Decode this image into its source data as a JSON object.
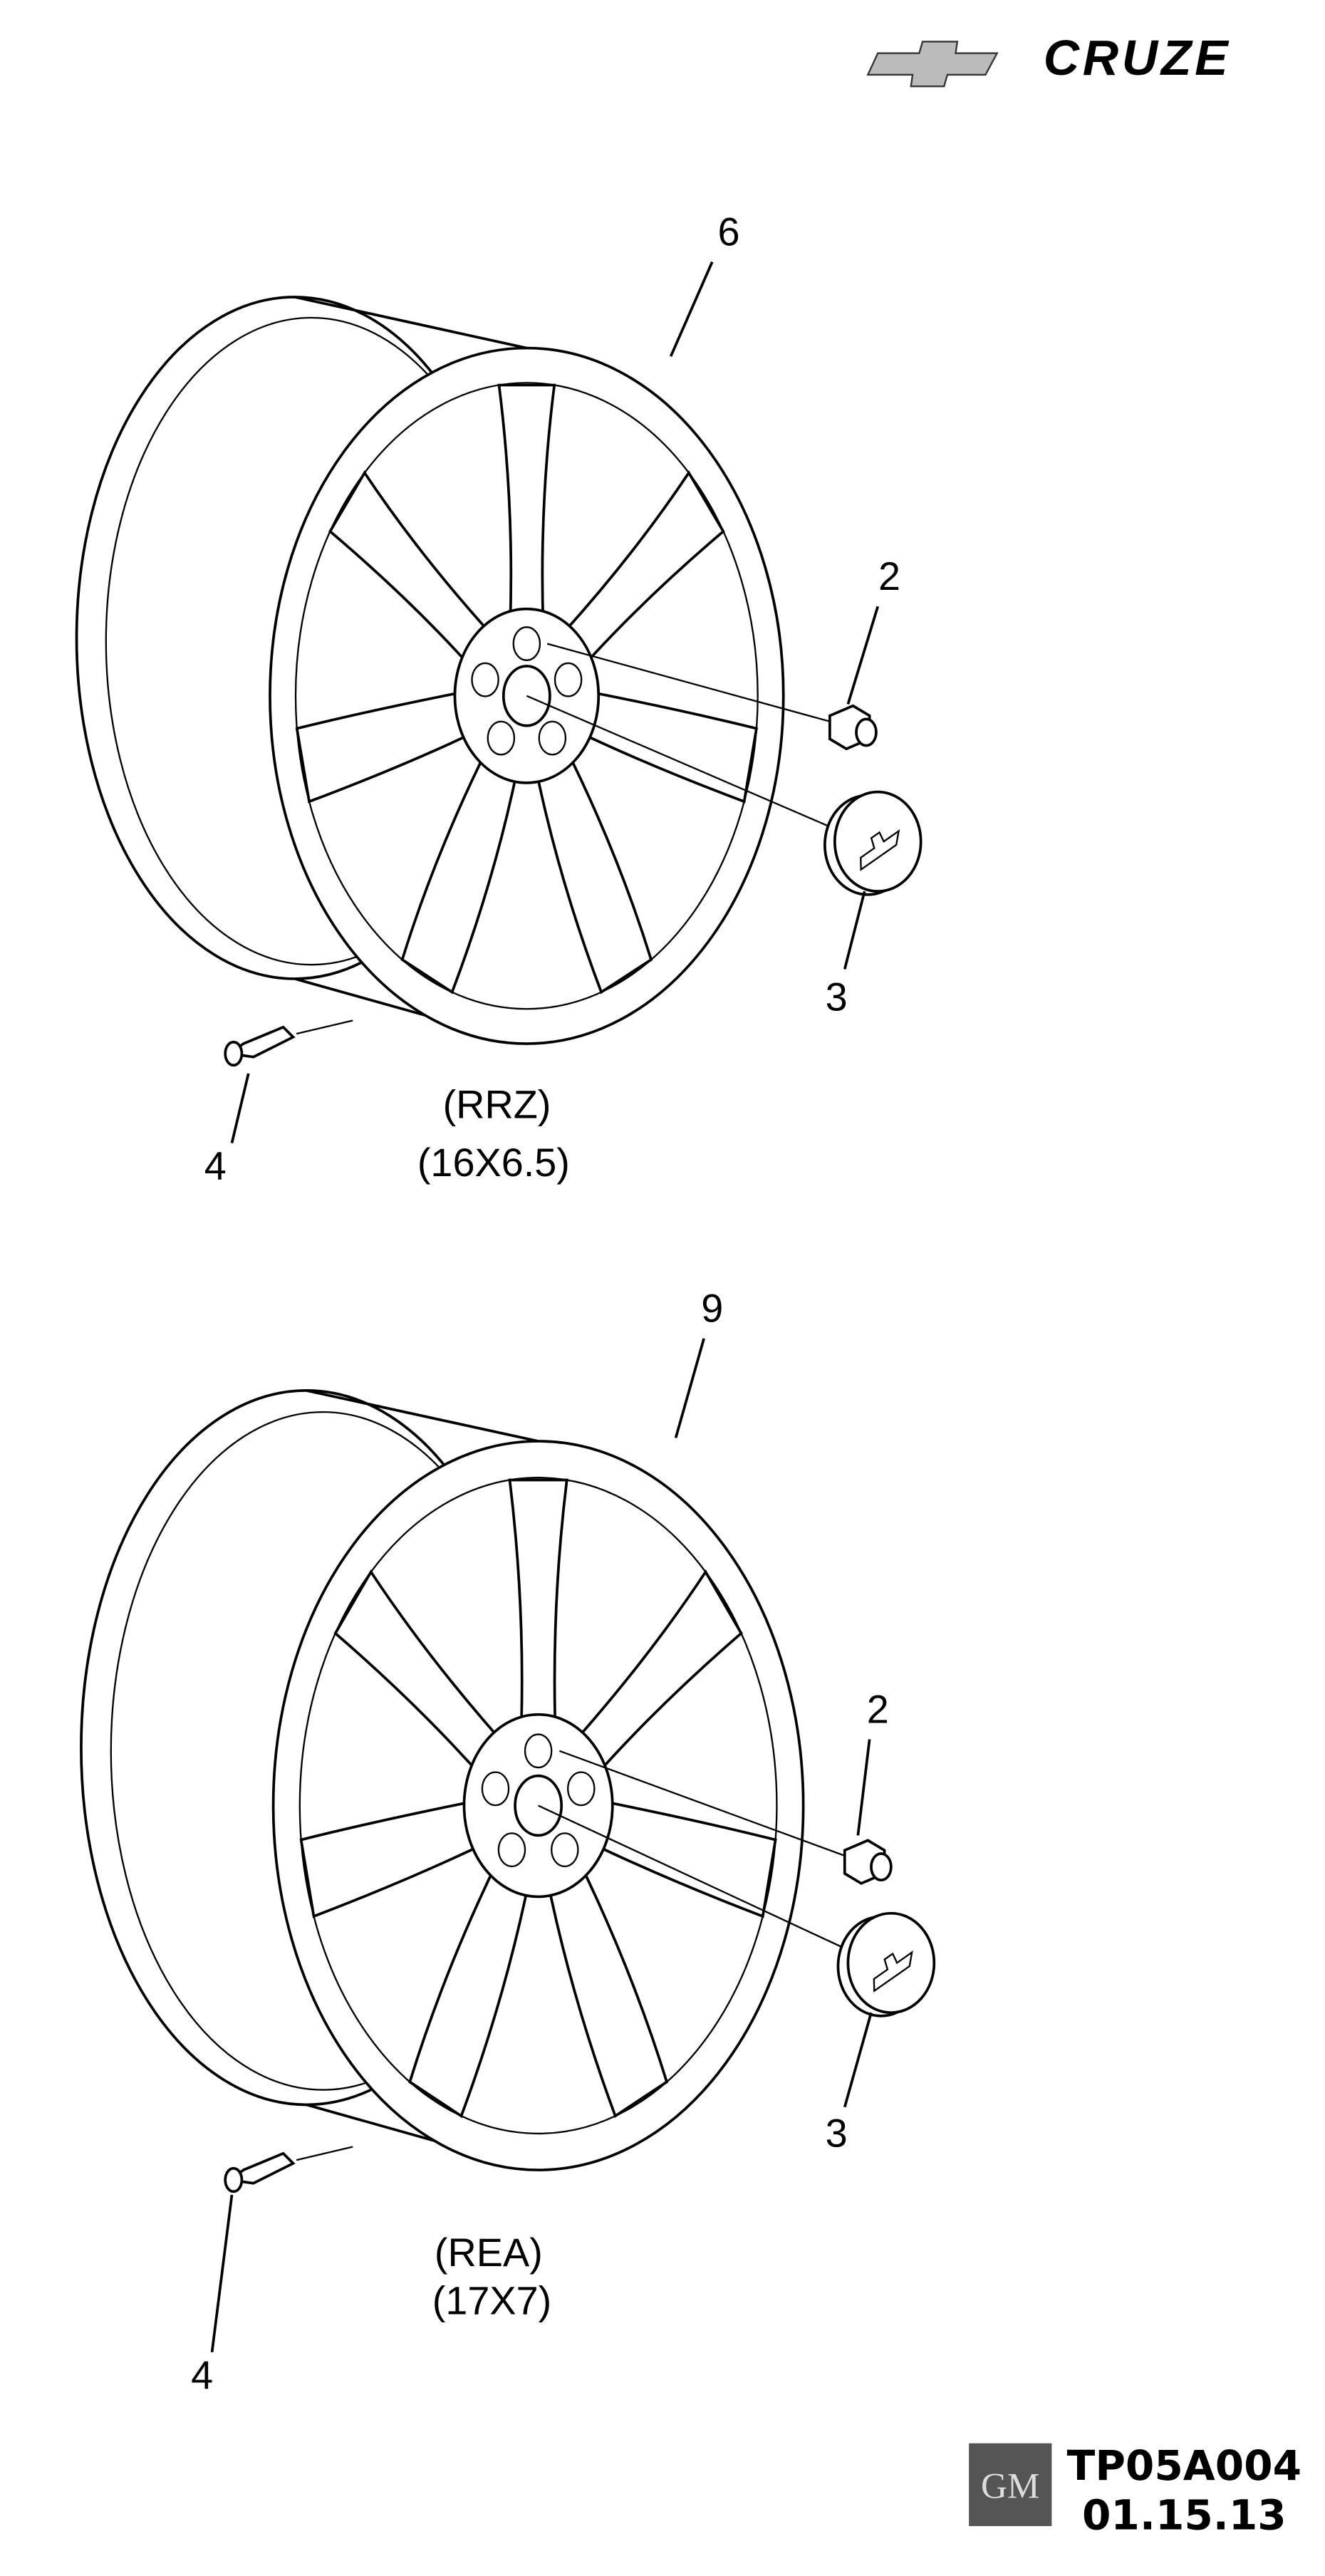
{
  "header": {
    "brand_logo": "Chevrolet bowtie",
    "model_name": "CRUZE"
  },
  "assemblies": [
    {
      "wheel_callout": "6",
      "lug_nut_callout": "2",
      "center_cap_callout": "3",
      "valve_stem_callout": "4",
      "option_code": "(RRZ)",
      "size": "(16X6.5)",
      "spokes": 7
    },
    {
      "wheel_callout": "9",
      "lug_nut_callout": "2",
      "center_cap_callout": "3",
      "valve_stem_callout": "4",
      "option_code": "(REA)",
      "size": "(17X7)",
      "spokes": 7
    }
  ],
  "footer": {
    "gm_logo": "GM",
    "illustration_code": "TP05A004",
    "date": "01.15.13"
  }
}
